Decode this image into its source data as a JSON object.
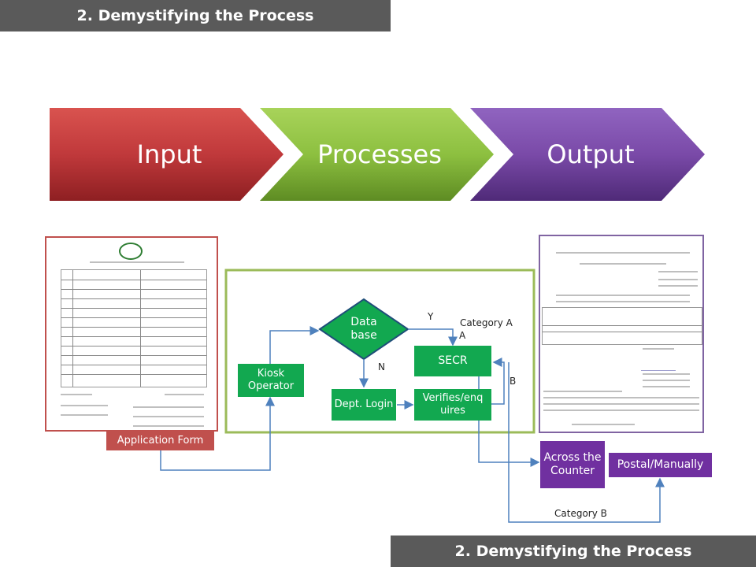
{
  "slide": {
    "title_top": "2. Demystifying the Process",
    "title_bottom": "2. Demystifying the Process"
  },
  "chevrons": [
    {
      "label": "Input",
      "color": "#c0393b"
    },
    {
      "label": "Processes",
      "color": "#8dc040"
    },
    {
      "label": "Output",
      "color": "#7a4aa8"
    }
  ],
  "flow": {
    "kiosk": "Kiosk Operator",
    "database": "Data base",
    "dept_login": "Dept. Login",
    "secr": "SECR",
    "verifies": "Verifies/enq uires",
    "application_form": "Application Form",
    "across_counter": "Across the Counter",
    "postal": "Postal/Manually",
    "label_y": "Y",
    "label_n": "N",
    "label_a": "A",
    "label_b": "B",
    "category_a": "Category A",
    "category_b": "Category B"
  },
  "colors": {
    "banner": "#5a5a5a",
    "green": "#12a850",
    "purple": "#7030a0",
    "red": "#c0504d",
    "connector": "#4f81bd",
    "frame": "#9bbb59"
  }
}
